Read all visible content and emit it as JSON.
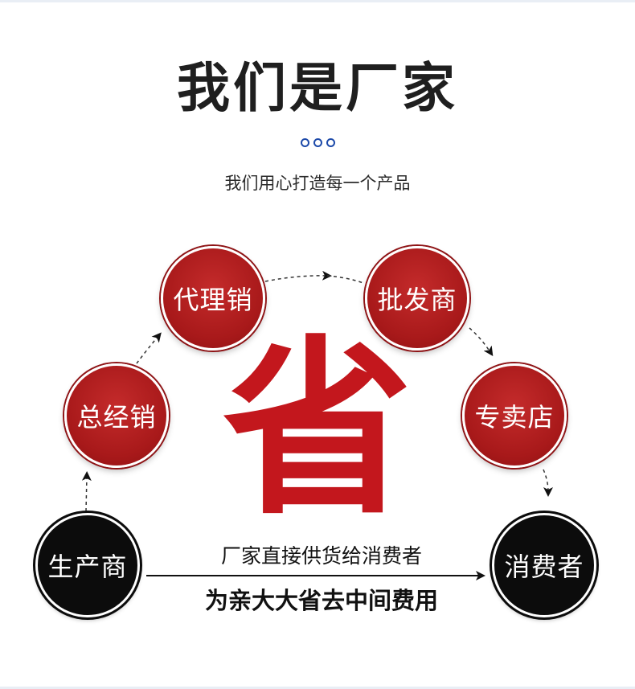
{
  "header": {
    "title": "我们是厂家",
    "subtitle": "我们用心打造每一个产品"
  },
  "nodes": {
    "producer": "生产商",
    "general_distributor": "总经销",
    "agent": "代理销",
    "wholesaler": "批发商",
    "store": "专卖店",
    "consumer": "消费者"
  },
  "center_char": "省",
  "direct": {
    "label": "厂家直接供货给消费者",
    "savings": "为亲大大省去中间费用"
  },
  "colors": {
    "node_red": "#a8191a",
    "node_black": "#0c0c0c",
    "accent_red": "#c3171d",
    "dots_blue": "#1c49a9"
  }
}
